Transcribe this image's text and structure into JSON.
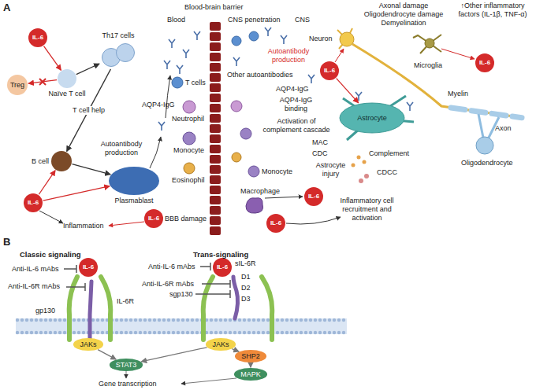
{
  "diagram": {
    "nodes": [
      {
        "text": [
          "IL-6"
        ]
      },
      {
        "text": [
          "Treg"
        ]
      },
      {
        "text": [
          "Naïve T cell"
        ]
      },
      {
        "text": [
          "Th17 cells"
        ]
      },
      {
        "text": [
          "B cell"
        ]
      },
      {
        "text": [
          "IL-6"
        ]
      },
      {
        "text": [
          "Plasmablast"
        ]
      },
      {
        "text": [
          "IL-6"
        ]
      },
      {
        "text": [
          "IL-6"
        ]
      },
      {
        "text": [
          "IL-6"
        ]
      },
      {
        "text": [
          "Astrocyte"
        ]
      },
      {
        "text": [
          "IL-6"
        ]
      },
      {
        "text": [
          "IL-6"
        ]
      },
      {
        "text": [
          "IL-6"
        ]
      },
      {
        "text": [
          "IL-6"
        ]
      },
      {
        "text": [
          "JAKs"
        ]
      },
      {
        "text": [
          "JAKs"
        ]
      },
      {
        "text": [
          "SHP2"
        ]
      },
      {
        "text": [
          "STAT3"
        ]
      },
      {
        "text": [
          "MAPK"
        ]
      }
    ],
    "edges": [
      {
        "from": 0,
        "to": 2,
        "arrow": "to"
      },
      {
        "from": 2,
        "to": 1,
        "arrow": "to"
      },
      {
        "from": 2,
        "to": 3,
        "arrow": "to"
      },
      {
        "from": 3,
        "to": 4,
        "label": "T cell help",
        "arrow": "to"
      },
      {
        "from": 5,
        "to": 4,
        "arrow": "to"
      },
      {
        "from": 4,
        "to": 6,
        "arrow": "to"
      },
      {
        "from": 5,
        "to": 6,
        "arrow": "to"
      },
      {
        "from": 8,
        "to": 10,
        "arrow": "to"
      },
      {
        "from": 15,
        "to": 18,
        "arrow": "to"
      },
      {
        "from": 16,
        "to": 18,
        "arrow": "to"
      },
      {
        "from": 16,
        "to": 17,
        "arrow": "to"
      },
      {
        "from": 17,
        "to": 19,
        "arrow": "to"
      }
    ],
    "labels": [
      "A",
      "Autoantibody production",
      "AQP4-IgG",
      "Inflammation",
      "BBB damage",
      "Blood-brain barrier",
      "Blood",
      "CNS",
      "CNS penetration",
      "T cells",
      "Other autoantibodies",
      "Neutrophil",
      "Monocyte",
      "Eosinophil",
      "Autoantibody production",
      "Axonal damage Oligodendrocyte damage Demyelination",
      "Neuron",
      "Microglia",
      "↑Other inflammatory factors (IL-1β, TNF-α)",
      "AQP4-IgG",
      "AQP4-IgG binding",
      "Activation of complement cascade",
      "MAC",
      "CDC",
      "Complement",
      "Astrocyte injury",
      "CDCC",
      "Monocyte",
      "Macrophage",
      "Inflammatory cell recruitment and activation",
      "Myelin",
      "Axon",
      "Oligodendrocyte",
      "B",
      "Classic signaling",
      "Trans-signaling",
      "Anti-IL-6 mAbs",
      "Anti-IL-6R mAbs",
      "Anti-IL-6 mAbs",
      "Anti-IL-6R mAbs",
      "sgp130",
      "sIL-6R",
      "D1",
      "D2",
      "D3",
      "gp130",
      "IL-6R",
      "Gene transcription"
    ]
  }
}
